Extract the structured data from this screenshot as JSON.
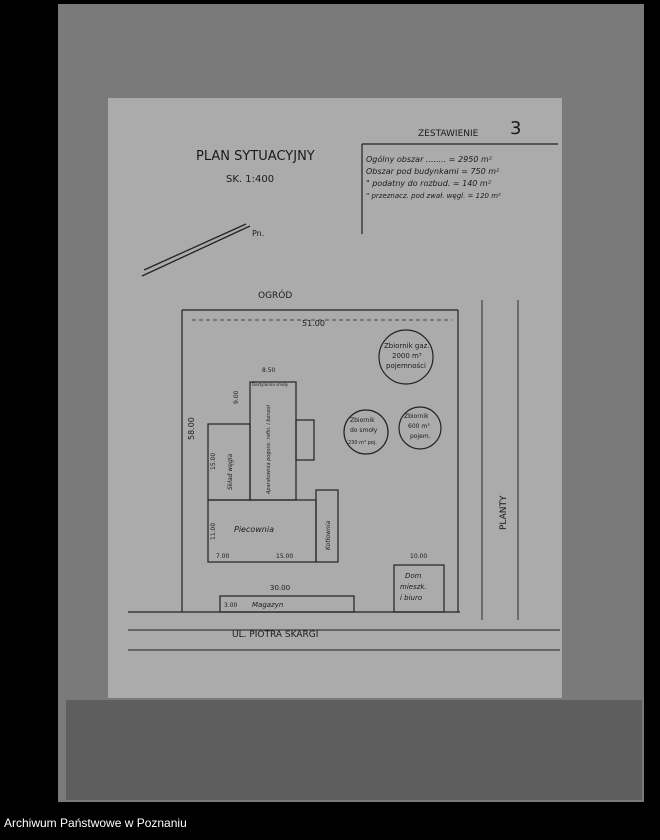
{
  "document": {
    "title": "PLAN SYTUACYJNY",
    "scale": "SK. 1:400",
    "summary_heading": "ZESTAWIENIE",
    "summary_number": "3",
    "summary_lines": [
      "Ogólny obszar ........ = 2950 m²",
      "Obszar pod budynkami = 750 m²",
      "\" podatny do rozbud. = 140 m²",
      "\" przeznacz. pod zwał. węgl. = 120 m²"
    ],
    "north_label": "Pn.",
    "garden_label": "OGRÓD",
    "street_label": "UL. PIOTRA SKARGI",
    "planty_label": "PLANTY",
    "dimensions": {
      "width_total": "51.00",
      "depth_total": "58.00",
      "d_850": "8.50",
      "d_900": "9.00",
      "d_1500a": "15.00",
      "d_1100": "11.00",
      "d_700": "7.00",
      "d_1500b": "15.00",
      "d_3000": "30.00",
      "d_1000": "10.00",
      "d_300": "3.00"
    },
    "tanks": {
      "gas": [
        "Zbiornik gaz.",
        "2000 m³",
        "pojemności"
      ],
      "tar": [
        "Zbiornik",
        "do smoły",
        "230 m³ poj."
      ],
      "t600": [
        "Zbiornik",
        "600 m³",
        "pojem."
      ]
    },
    "buildings": {
      "piecownia": "Piecownia",
      "kotlownia": "Kotłownia",
      "sklad_wegla": "Skład węgla",
      "aparatownia": "Aparatownia pogonc. rafin. i benzol",
      "destylarnia": "Destylarnia smoły",
      "magazyn": "Magazyn",
      "dom": [
        "Dom",
        "mieszk.",
        "i biuro"
      ]
    }
  },
  "footer": {
    "archive": "Archiwum Państwowe w Poznaniu"
  }
}
